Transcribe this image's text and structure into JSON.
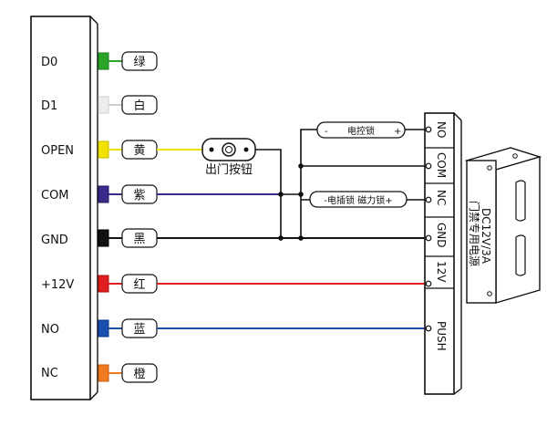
{
  "controller_terminals": [
    "D0",
    "D1",
    "OPEN",
    "COM",
    "GND",
    "+12V",
    "NO",
    "NC"
  ],
  "wire_colors_cn": [
    "绿",
    "白",
    "黄",
    "紫",
    "黑",
    "红",
    "蓝",
    "橙"
  ],
  "wire_hex": [
    "#2aa52a",
    "#e8e8e8",
    "#f2e200",
    "#3a2a8a",
    "#111111",
    "#e02020",
    "#1a4fb0",
    "#f07a20"
  ],
  "exit_button": "出门按钮",
  "lock1": {
    "label": "电控锁",
    "minus": "-",
    "plus": "+"
  },
  "lock2": {
    "label": "-电插锁 磁力锁+"
  },
  "psu_terminals": [
    "NO",
    "COM",
    "NC",
    "GND",
    "12V",
    "PUSH"
  ],
  "psu": {
    "line1": "DC12V/3A",
    "line2": "门禁专用电源"
  }
}
